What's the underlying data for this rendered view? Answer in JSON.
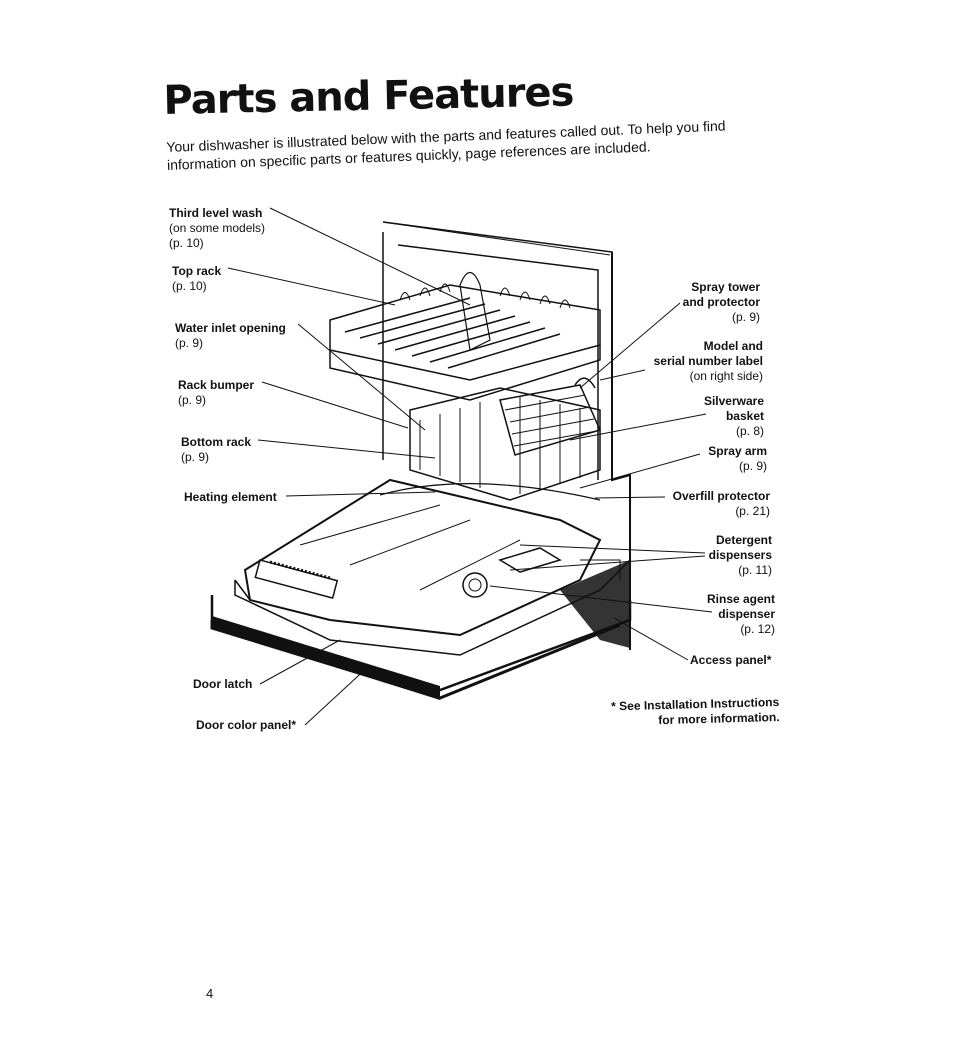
{
  "title": "Parts and Features",
  "intro": "Your dishwasher is illustrated below with the parts and features called out. To help you find information on specific parts or features quickly, page references are included.",
  "callouts_left": [
    {
      "name": "Third level wash",
      "note": "(on some models)",
      "page": "(p. 10)"
    },
    {
      "name": "Top rack",
      "page": "(p. 10)"
    },
    {
      "name": "Water inlet opening",
      "page": "(p. 9)"
    },
    {
      "name": "Rack bumper",
      "page": "(p. 9)"
    },
    {
      "name": "Bottom rack",
      "page": "(p. 9)"
    },
    {
      "name": "Heating element"
    },
    {
      "name": "Door latch"
    },
    {
      "name": "Door color panel*"
    }
  ],
  "callouts_right": [
    {
      "name_line1": "Spray tower",
      "name_line2": "and protector",
      "page": "(p. 9)"
    },
    {
      "name_line1": "Model and",
      "name_line2": "serial number label",
      "page": "(on right side)"
    },
    {
      "name_line1": "Silverware",
      "name_line2": "basket",
      "page": "(p. 8)"
    },
    {
      "name": "Spray arm",
      "page": "(p. 9)"
    },
    {
      "name": "Overfill protector",
      "page": "(p. 21)"
    },
    {
      "name_line1": "Detergent",
      "name_line2": "dispensers",
      "page": "(p. 11)"
    },
    {
      "name_line1": "Rinse agent",
      "name_line2": "dispenser",
      "page": "(p. 12)"
    },
    {
      "name": "Access panel*"
    }
  ],
  "footnote": {
    "line1": "* See Installation Instructions",
    "line2": "for more information."
  },
  "page_number": "4"
}
